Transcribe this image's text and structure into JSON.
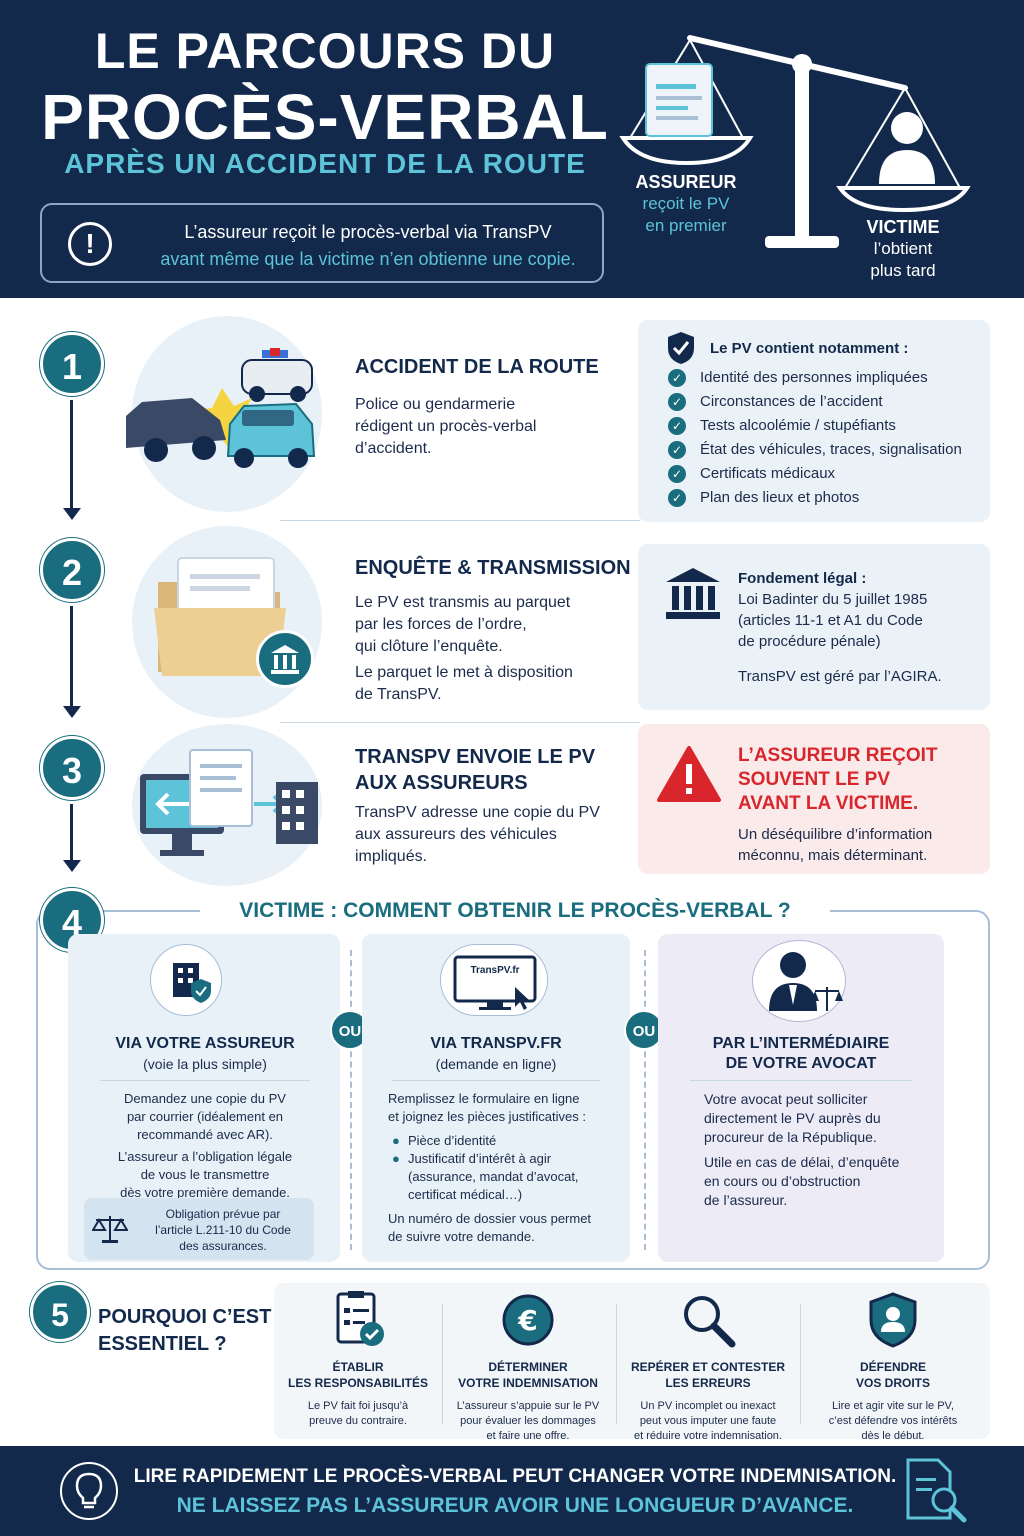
{
  "header": {
    "title_line1": "LE PARCOURS DU",
    "title_line2": "PROCÈS-VERBAL",
    "subtitle": "APRÈS UN ACCIDENT DE LA ROUTE",
    "alert_line1": "L’assureur reçoit le procès-verbal via TransPV",
    "alert_line2": "avant même que la victime n’en obtienne une copie.",
    "insurer_title": "ASSUREUR",
    "insurer_sub1": "reçoit le PV",
    "insurer_sub2": "en premier",
    "victim_title": "VICTIME",
    "victim_sub1": "l’obtient",
    "victim_sub2": "plus tard"
  },
  "step1": {
    "number": "1",
    "title": "ACCIDENT DE LA ROUTE",
    "text1": "Police ou gendarmerie",
    "text2": "rédigent un procès-verbal",
    "text3": "d’accident.",
    "box_title": "Le PV contient notamment :",
    "items": [
      "Identité des personnes impliquées",
      "Circonstances de l’accident",
      "Tests alcoolémie / stupéfiants",
      "État des véhicules, traces, signalisation",
      "Certificats médicaux",
      "Plan des lieux et photos"
    ]
  },
  "step2": {
    "number": "2",
    "title": "ENQUÊTE & TRANSMISSION",
    "text1": "Le PV est transmis au parquet",
    "text2": "par les forces de l’ordre,",
    "text3": "qui clôture l’enquête.",
    "text4": "Le parquet le met à disposition",
    "text5": "de TransPV.",
    "box_title": "Fondement légal :",
    "box_l1": "Loi Badinter du 5 juillet 1985",
    "box_l2": "(articles 11-1 et A1 du Code",
    "box_l3": "de procédure pénale)",
    "box_l4": "TransPV est géré par l’AGIRA."
  },
  "step3": {
    "number": "3",
    "title1": "TRANSPV ENVOIE LE PV",
    "title2": "AUX ASSUREURS",
    "text1": "TransPV adresse une copie du PV",
    "text2": "aux assureurs des véhicules",
    "text3": "impliqués.",
    "warn1": "L’ASSUREUR REÇOIT",
    "warn2": "SOUVENT LE PV",
    "warn3": "AVANT LA VICTIME.",
    "warn_t1": "Un déséquilibre d’information",
    "warn_t2": "méconnu, mais déterminant."
  },
  "step4": {
    "number": "4",
    "title": "VICTIME : COMMENT OBTENIR LE PROCÈS-VERBAL ?",
    "ou": "OU",
    "c1_title": "VIA VOTRE ASSUREUR",
    "c1_sub": "(voie la plus simple)",
    "c1_t1": "Demandez une copie du PV",
    "c1_t2": "par courrier (idéalement en",
    "c1_t3": "recommandé avec AR).",
    "c1_t4": "L’assureur a l’obligation légale",
    "c1_t5": "de vous le transmettre",
    "c1_t6": "dès votre première demande.",
    "c1_note1": "Obligation prévue par",
    "c1_note2": "l’article L.211-10 du Code",
    "c1_note3": "des assurances.",
    "c2_logo": "TransPV.fr",
    "c2_title": "VIA TRANSPV.FR",
    "c2_sub": "(demande en ligne)",
    "c2_t1": "Remplissez le formulaire en ligne",
    "c2_t2": "et joignez les pièces justificatives :",
    "c2_b1": "Pièce d’identité",
    "c2_b2a": "Justificatif d’intérêt à agir",
    "c2_b2b": "(assurance, mandat d’avocat,",
    "c2_b2c": "certificat médical…)",
    "c2_t3": "Un numéro de dossier vous permet",
    "c2_t4": "de suivre votre demande.",
    "c3_title1": "PAR L’INTERMÉDIAIRE",
    "c3_title2": "DE VOTRE AVOCAT",
    "c3_t1": "Votre avocat peut solliciter",
    "c3_t2": "directement le PV auprès du",
    "c3_t3": "procureur de la République.",
    "c3_t4": "Utile en cas de délai, d’enquête",
    "c3_t5": "en cours ou d’obstruction",
    "c3_t6": "de l’assureur."
  },
  "step5": {
    "number": "5",
    "title1": "POURQUOI C’EST",
    "title2": "ESSENTIEL ?",
    "cols": [
      {
        "h1": "ÉTABLIR",
        "h2": "LES RESPONSABILITÉS",
        "t1": "Le PV fait foi jusqu’à",
        "t2": "preuve du contraire.",
        "t3": ""
      },
      {
        "h1": "DÉTERMINER",
        "h2": "VOTRE INDEMNISATION",
        "t1": "L’assureur s’appuie sur le PV",
        "t2": "pour évaluer les dommages",
        "t3": "et faire une offre."
      },
      {
        "h1": "REPÉRER ET CONTESTER",
        "h2": "LES ERREURS",
        "t1": "Un PV incomplet ou inexact",
        "t2": "peut vous imputer une faute",
        "t3": "et réduire votre indemnisation."
      },
      {
        "h1": "DÉFENDRE",
        "h2": "VOS DROITS",
        "t1": "Lire et agir vite sur le PV,",
        "t2": "c’est défendre vos intérêts",
        "t3": "dès le début."
      }
    ]
  },
  "footer": {
    "line1": "LIRE RAPIDEMENT LE PROCÈS-VERBAL PEUT CHANGER VOTRE INDEMNISATION.",
    "line2": "NE LAISSEZ PAS L’ASSUREUR AVOIR UNE LONGUEUR D’AVANCE."
  },
  "colors": {
    "navy": "#13294b",
    "teal": "#1a6d7e",
    "cyan": "#5cc3d8",
    "red": "#d9262c"
  },
  "icons": [
    "alert-icon",
    "scale-icon",
    "document-icon",
    "person-icon",
    "police-car-icon",
    "crash-icon",
    "shield-check-icon",
    "folder-icon",
    "courthouse-icon",
    "monitor-icon",
    "building-icon",
    "warning-icon",
    "bank-icon",
    "laptop-cursor-icon",
    "lawyer-icon",
    "checklist-icon",
    "euro-icon",
    "magnifier-icon",
    "shield-person-icon",
    "lightbulb-icon",
    "document-search-icon"
  ]
}
